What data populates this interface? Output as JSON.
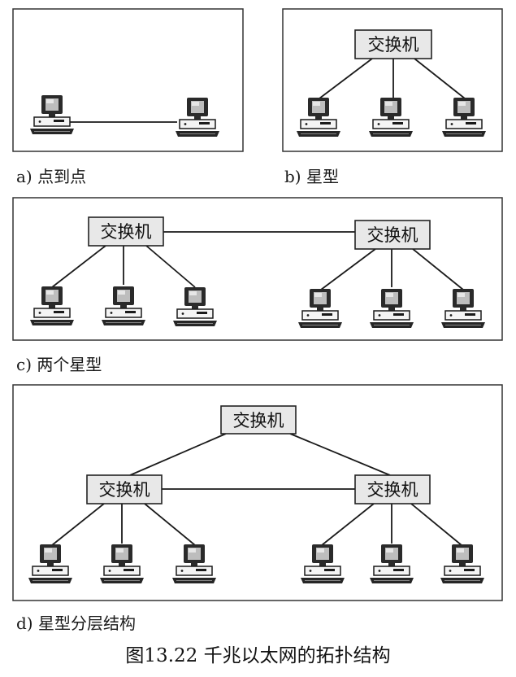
{
  "panels": [
    {
      "id": "a",
      "caption": "a) 点到点",
      "switches": []
    },
    {
      "id": "b",
      "caption": "b) 星型",
      "switches": [
        "交换机"
      ]
    },
    {
      "id": "c",
      "caption": "c) 两个星型",
      "switches": [
        "交换机",
        "交换机"
      ]
    },
    {
      "id": "d",
      "caption": "d) 星型分层结构",
      "switches": [
        "交换机",
        "交换机",
        "交换机"
      ]
    }
  ],
  "figure_title": "图13.22   千兆以太网的拓扑结构",
  "icons": {
    "computer": "desktop-computer-icon",
    "switch": "network-switch"
  }
}
